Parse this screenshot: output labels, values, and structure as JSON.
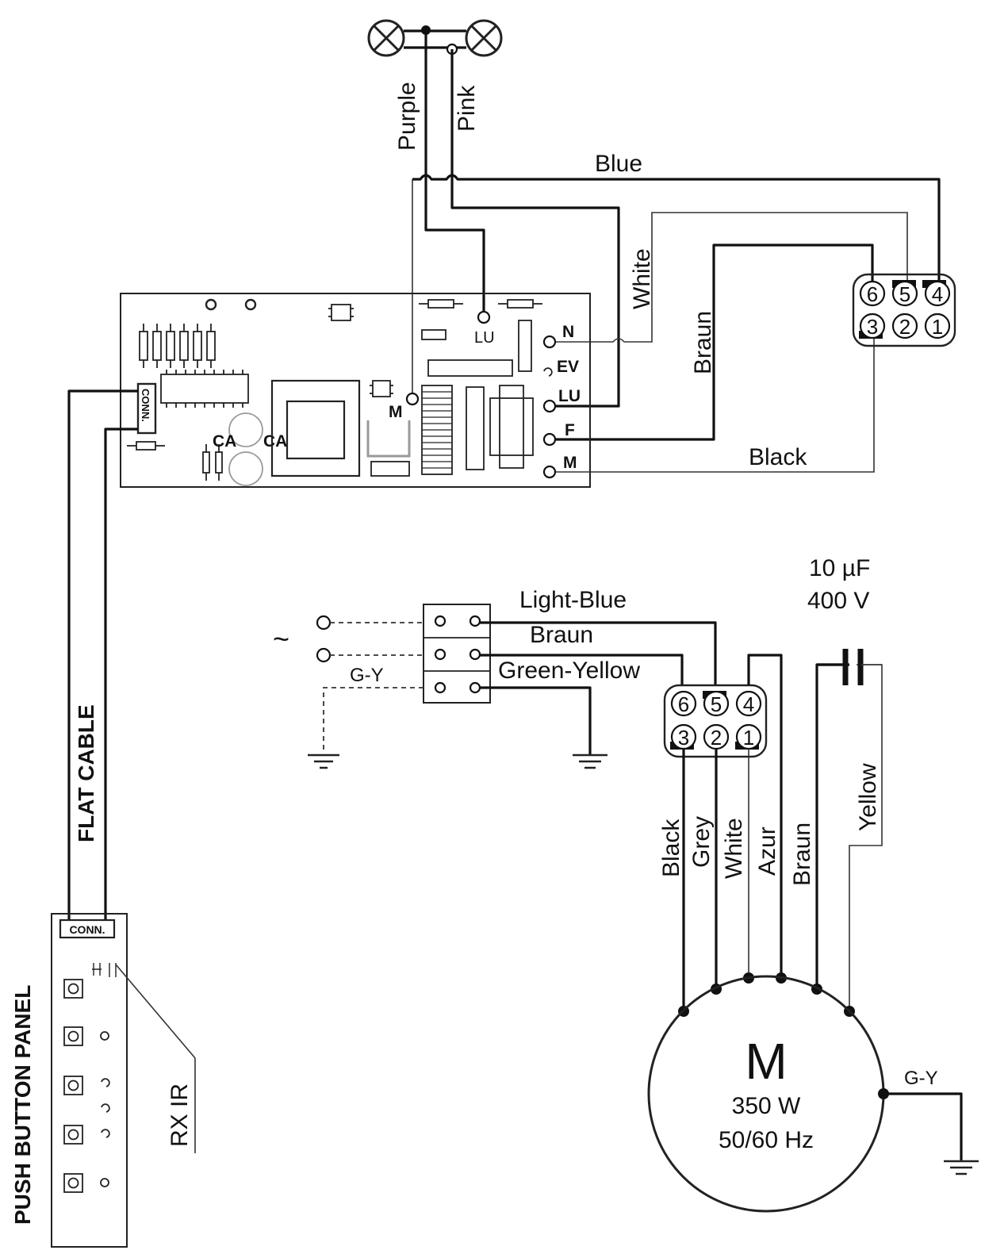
{
  "lamps": {
    "wires": {
      "purple": "Purple",
      "pink": "Pink"
    }
  },
  "upper_wiring": {
    "blue": "Blue",
    "white": "White",
    "braun": "Braun",
    "black": "Black",
    "connector_pins": [
      "6",
      "5",
      "4",
      "3",
      "2",
      "1"
    ]
  },
  "control_board": {
    "terminals": [
      "N",
      "EV",
      "LU",
      "F",
      "M"
    ],
    "lu_label": "LU",
    "m_label": "M",
    "ca_labels": [
      "CA",
      "CA"
    ],
    "conn_label": "CONN."
  },
  "flat_cable": "FLAT CABLE",
  "push_button_panel": {
    "title": "PUSH BUTTON PANEL",
    "conn_label": "CONN.",
    "rx_label": "RX IR"
  },
  "mains": {
    "ac_symbol": "~",
    "ground_label": "G-Y",
    "light_blue": "Light-Blue",
    "braun": "Braun",
    "green_yellow": "Green-Yellow"
  },
  "capacitor": {
    "capacitance": "10 µF",
    "voltage": "400 V"
  },
  "motor_connector": {
    "pins": [
      "6",
      "5",
      "4",
      "3",
      "2",
      "1"
    ],
    "wires": [
      "Black",
      "Grey",
      "White",
      "Azur",
      "Braun",
      "Yellow"
    ]
  },
  "motor": {
    "symbol": "M",
    "power": "350 W",
    "frequency": "50/60 Hz",
    "ground_label": "G-Y"
  }
}
